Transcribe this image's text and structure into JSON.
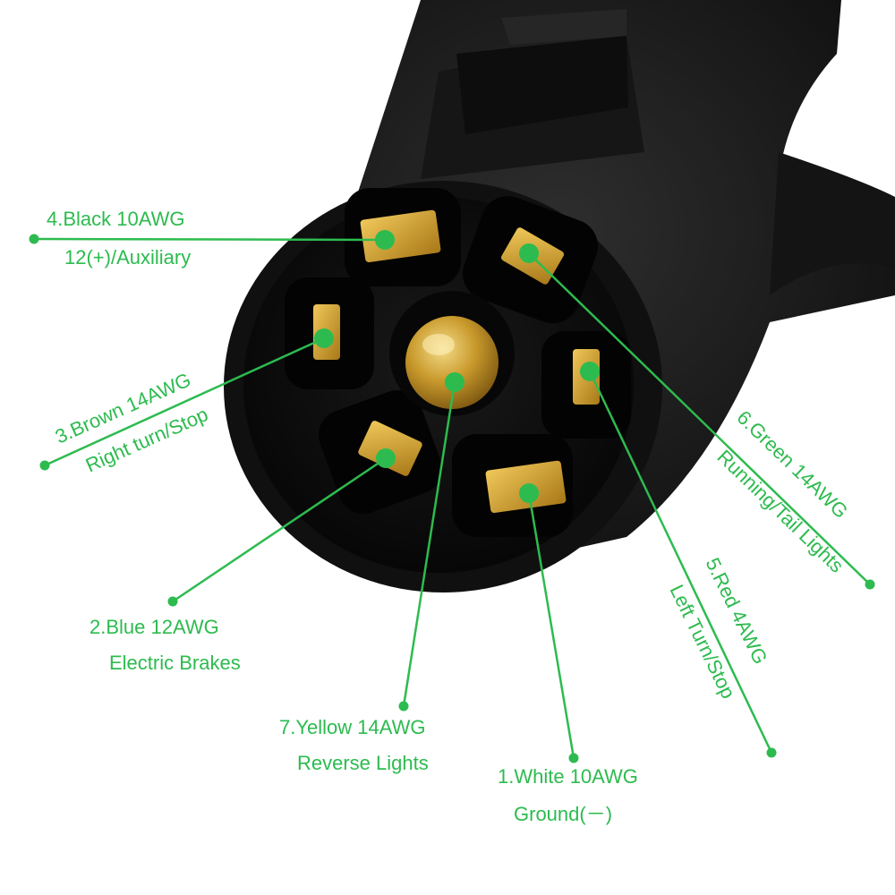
{
  "colors": {
    "accent": "#2dbb4f",
    "plug_body": "#1c1c1c",
    "pin_brass": "#c99a2c"
  },
  "pins": [
    {
      "id": "black",
      "line1": "4.Black 10AWG",
      "line2": "12(+)/Auxiliary"
    },
    {
      "id": "brown",
      "line1": "3.Brown 14AWG",
      "line2": "Right turn/Stop"
    },
    {
      "id": "blue",
      "line1": "2.Blue 12AWG",
      "line2": "Electric Brakes"
    },
    {
      "id": "yellow",
      "line1": "7.Yellow 14AWG",
      "line2": "Reverse Lights"
    },
    {
      "id": "white",
      "line1": "1.White 10AWG",
      "line2": "Ground(－)"
    },
    {
      "id": "red",
      "line1": "5.Red 4AWG",
      "line2": "Left Turn/Stop"
    },
    {
      "id": "green",
      "line1": "6.Green 14AWG",
      "line2": "Running/Tail Lights"
    }
  ]
}
